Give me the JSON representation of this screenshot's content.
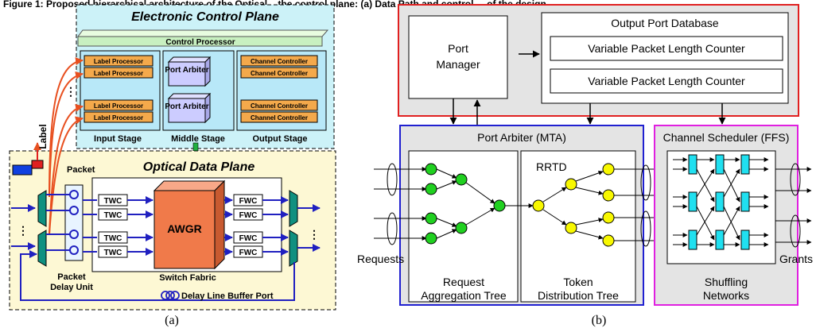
{
  "caption_fragment": "Figure 1: Proposed hierarchical architecture of the Optical... the control plane: (a) Data Path and control ... of the design",
  "panel_a": {
    "label": "(a)",
    "control_plane": {
      "title": "Electronic Control Plane",
      "control_processor": "Control Processor",
      "label_processor": "Label Processor",
      "port_arbiter": "Port Arbiter",
      "channel_controller": "Channel Controller",
      "input_stage": "Input Stage",
      "middle_stage": "Middle Stage",
      "output_stage": "Output Stage"
    },
    "data_plane": {
      "title": "Optical Data Plane",
      "label": "Label",
      "packet": "Packet",
      "twc": "TWC",
      "fwc": "FWC",
      "awgr": "AWGR",
      "switch_fabric": "Switch Fabric",
      "packet_delay_unit_1": "Packet",
      "packet_delay_unit_2": "Delay Unit",
      "delay_line_buffer_port": "Delay Line Buffer Port"
    },
    "colors": {
      "control_bg": "#ccf2f8",
      "data_bg": "#fdf8d4",
      "label_proc": "#f4a94b",
      "port_arbiter": "#ccccff",
      "awgr": "#f07a4a",
      "control_proc": "#c8f0c0",
      "arrow_red": "#e85020",
      "arrow_blue": "#2020c0"
    }
  },
  "panel_b": {
    "label": "(b)",
    "port_manager_1": "Port",
    "port_manager_2": "Manager",
    "output_port_database": "Output Port Database",
    "vplc_1": "Variable Packet Length Counter",
    "vplc_2": "Variable Packet Length Counter",
    "port_arbiter": "Port Arbiter (MTA)",
    "channel_scheduler": "Channel Scheduler (FFS)",
    "rrtd": "RRTD",
    "requests": "Requests",
    "grants": "Grants",
    "request_tree_1": "Request",
    "request_tree_2": "Aggregation Tree",
    "token_tree_1": "Token",
    "token_tree_2": "Distribution Tree",
    "shuffling_1": "Shuffling",
    "shuffling_2": "Networks",
    "colors": {
      "red_border": "#e02020",
      "blue_border": "#2020d0",
      "magenta_border": "#e020e0",
      "grey_bg": "#e4e4e4",
      "green_node": "#20d020",
      "yellow_node": "#f8f800",
      "cyan_switch": "#20e0f0"
    }
  }
}
